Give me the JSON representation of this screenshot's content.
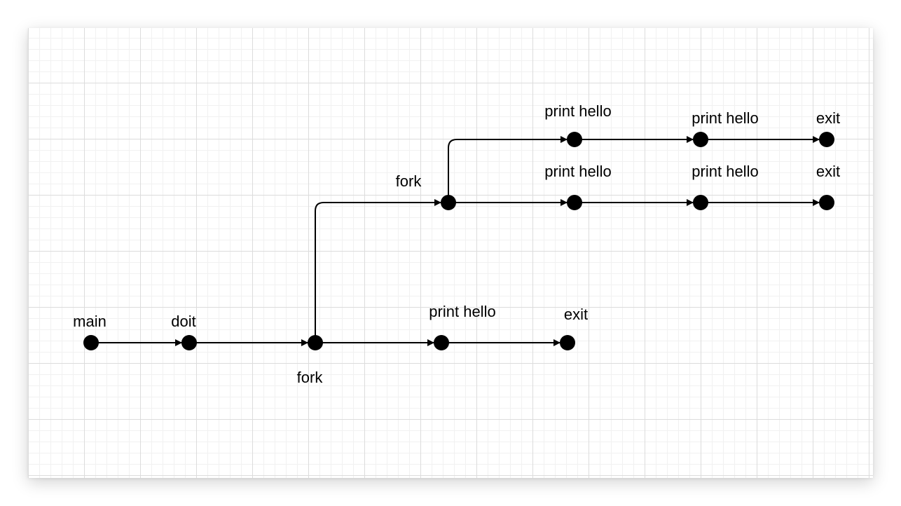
{
  "diagram": {
    "nodes": [
      {
        "id": "main",
        "label": "main"
      },
      {
        "id": "doit",
        "label": "doit"
      },
      {
        "id": "fork1",
        "label": "fork"
      },
      {
        "id": "print_b1",
        "label": "print hello"
      },
      {
        "id": "exit_b",
        "label": "exit"
      },
      {
        "id": "fork2",
        "label": "fork"
      },
      {
        "id": "print_m1",
        "label": "print hello"
      },
      {
        "id": "print_m2",
        "label": "print hello"
      },
      {
        "id": "exit_m",
        "label": "exit"
      },
      {
        "id": "print_t1",
        "label": "print hello"
      },
      {
        "id": "print_t2",
        "label": "print hello"
      },
      {
        "id": "exit_t",
        "label": "exit"
      }
    ],
    "edges": [
      {
        "from": "main",
        "to": "doit"
      },
      {
        "from": "doit",
        "to": "fork1"
      },
      {
        "from": "fork1",
        "to": "print_b1"
      },
      {
        "from": "print_b1",
        "to": "exit_b"
      },
      {
        "from": "fork1",
        "to": "fork2"
      },
      {
        "from": "fork2",
        "to": "print_m1"
      },
      {
        "from": "print_m1",
        "to": "print_m2"
      },
      {
        "from": "print_m2",
        "to": "exit_m"
      },
      {
        "from": "fork2",
        "to": "print_t1"
      },
      {
        "from": "print_t1",
        "to": "print_t2"
      },
      {
        "from": "print_t2",
        "to": "exit_t"
      }
    ]
  }
}
